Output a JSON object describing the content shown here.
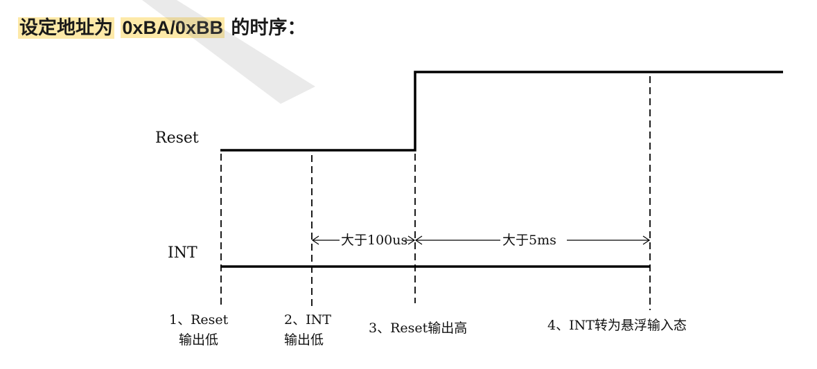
{
  "title": {
    "prefix": "设定地址为",
    "code": "0xBA/0xBB",
    "suffix": "的时序："
  },
  "signals": {
    "reset": "Reset",
    "int": "INT"
  },
  "intervals": {
    "first": "大于100us",
    "second": "大于5ms"
  },
  "steps": [
    {
      "line1": "1、Reset",
      "line2": "输出低"
    },
    {
      "line1": "2、INT",
      "line2": "输出低"
    },
    {
      "line1": "3、Reset输出高",
      "line2": ""
    },
    {
      "line1": "4、INT转为悬浮输入态",
      "line2": ""
    }
  ]
}
